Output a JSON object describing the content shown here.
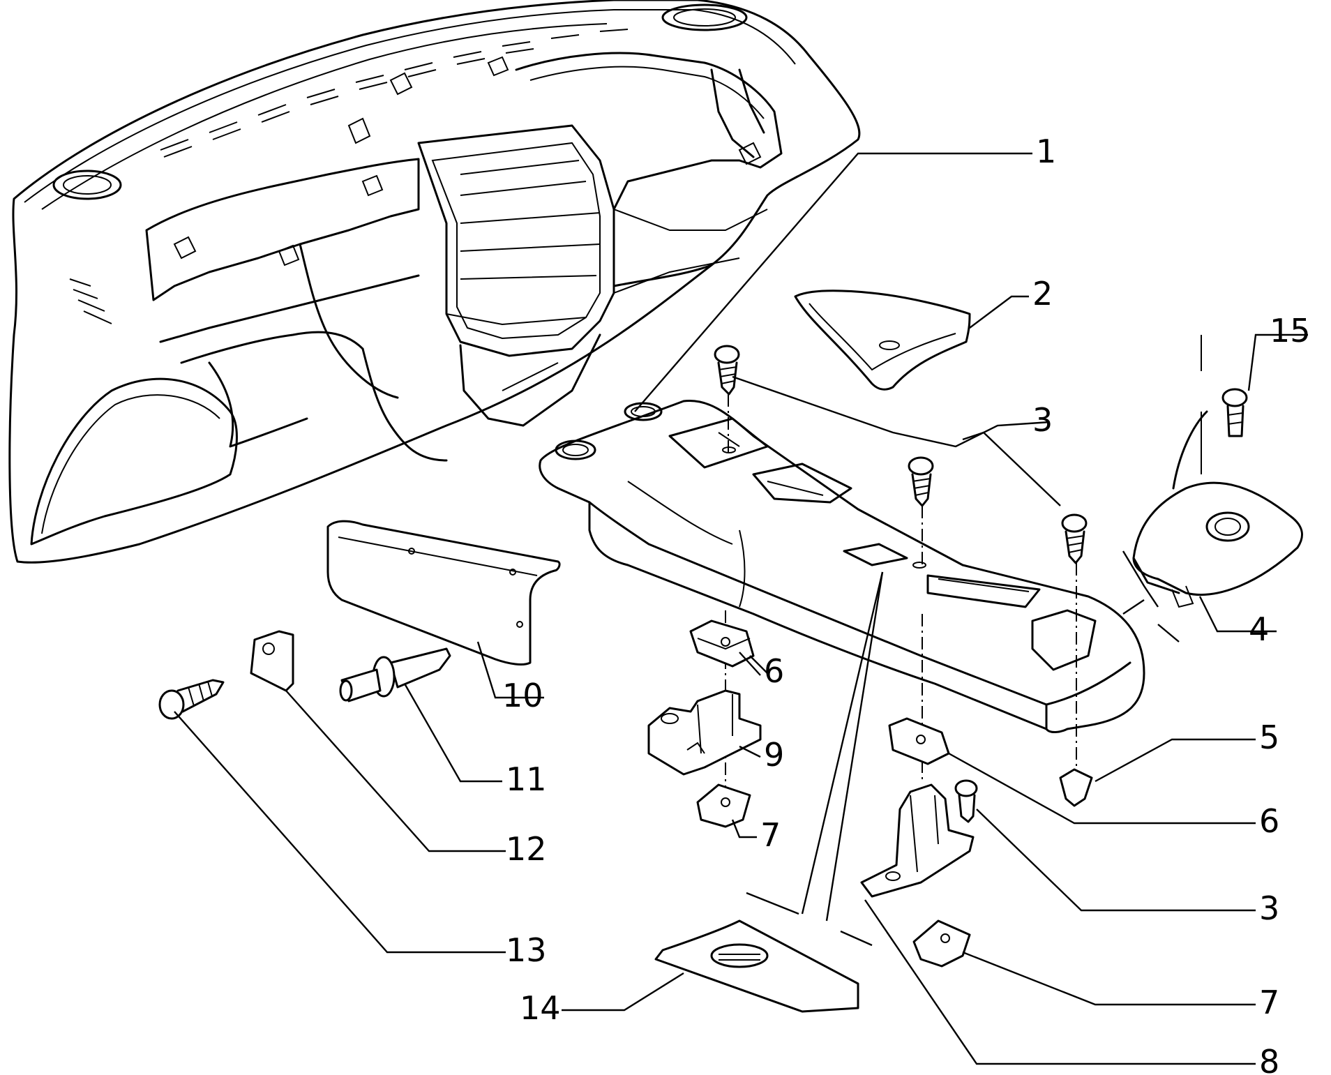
{
  "callouts": [
    {
      "id": "1",
      "label": "1"
    },
    {
      "id": "2",
      "label": "2"
    },
    {
      "id": "3a",
      "label": "3"
    },
    {
      "id": "15",
      "label": "15"
    },
    {
      "id": "4",
      "label": "4"
    },
    {
      "id": "6a",
      "label": "6"
    },
    {
      "id": "10",
      "label": "10"
    },
    {
      "id": "9",
      "label": "9"
    },
    {
      "id": "5",
      "label": "5"
    },
    {
      "id": "11",
      "label": "11"
    },
    {
      "id": "6b",
      "label": "6"
    },
    {
      "id": "7a",
      "label": "7"
    },
    {
      "id": "12",
      "label": "12"
    },
    {
      "id": "3b",
      "label": "3"
    },
    {
      "id": "13",
      "label": "13"
    },
    {
      "id": "7b",
      "label": "7"
    },
    {
      "id": "14",
      "label": "14"
    },
    {
      "id": "8",
      "label": "8"
    }
  ]
}
